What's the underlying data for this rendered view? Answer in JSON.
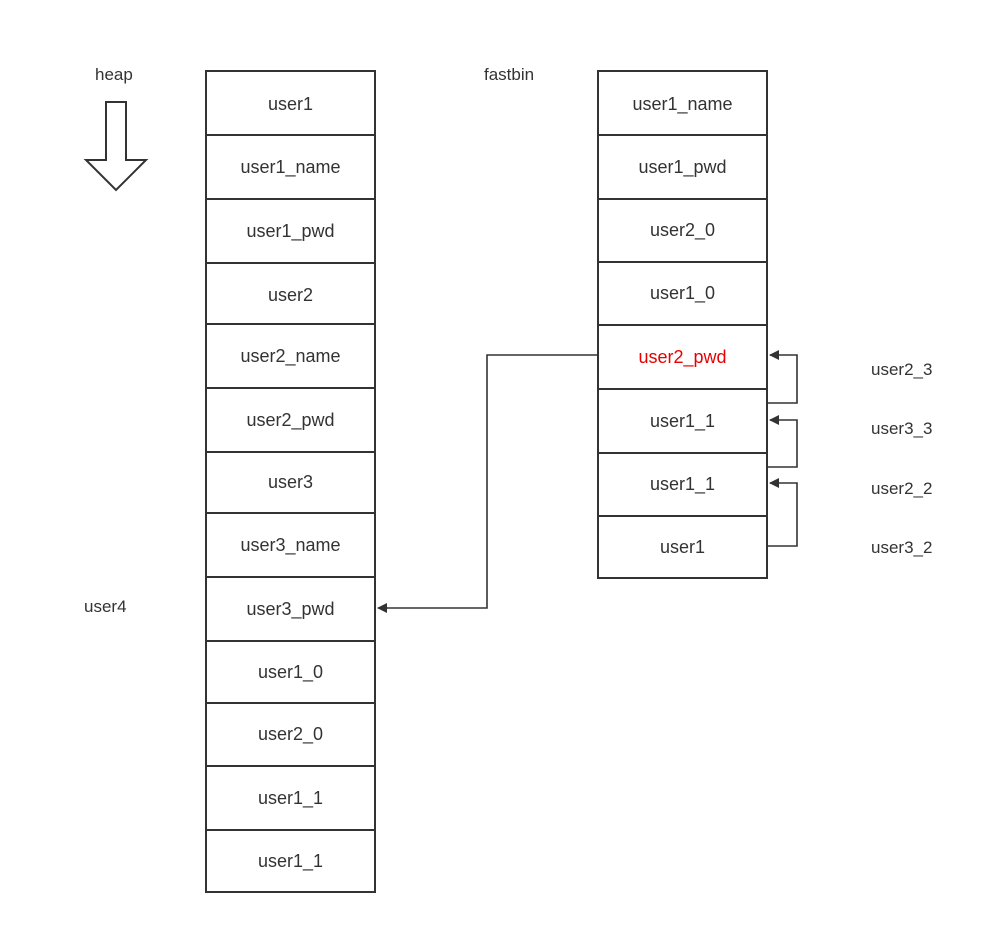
{
  "labels": {
    "heap": "heap",
    "fastbin": "fastbin",
    "user4": "user4"
  },
  "heap_column": {
    "cells": [
      "user1",
      "user1_name",
      "user1_pwd",
      "user2",
      "user2_name",
      "user2_pwd",
      "user3",
      "user3_name",
      "user3_pwd",
      "user1_0",
      "user2_0",
      "user1_1",
      "user1_1"
    ]
  },
  "fastbin_column": {
    "cells": [
      "user1_name",
      "user1_pwd",
      "user2_0",
      "user1_0",
      "user2_pwd",
      "user1_1",
      "user1_1",
      "user1"
    ],
    "highlight_index": 4
  },
  "side_labels": [
    "user2_3",
    "user3_3",
    "user2_2",
    "user3_2"
  ],
  "colors": {
    "line": "#333333",
    "highlight": "#e60000"
  }
}
